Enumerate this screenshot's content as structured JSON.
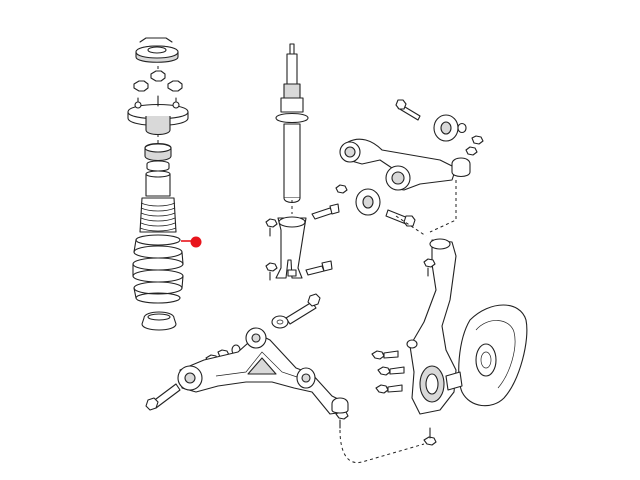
{
  "diagram": {
    "parts": [
      {
        "name": "upper-spring-isolator"
      },
      {
        "name": "strut-mount-nuts"
      },
      {
        "name": "strut-mount"
      },
      {
        "name": "bearing"
      },
      {
        "name": "jounce-bumper"
      },
      {
        "name": "dust-boot"
      },
      {
        "name": "coil-spring",
        "highlighted": true
      },
      {
        "name": "lower-spring-isolator"
      },
      {
        "name": "shock-absorber"
      },
      {
        "name": "clevis-bracket"
      },
      {
        "name": "upper-control-arm"
      },
      {
        "name": "bushings"
      },
      {
        "name": "lower-control-arm"
      },
      {
        "name": "knuckle"
      },
      {
        "name": "brake-dust-shield"
      },
      {
        "name": "bolts"
      }
    ],
    "marker": {
      "color": "#e8141c",
      "part": "coil-spring"
    },
    "colors": {
      "line": "#222222",
      "background": "#ffffff"
    }
  }
}
